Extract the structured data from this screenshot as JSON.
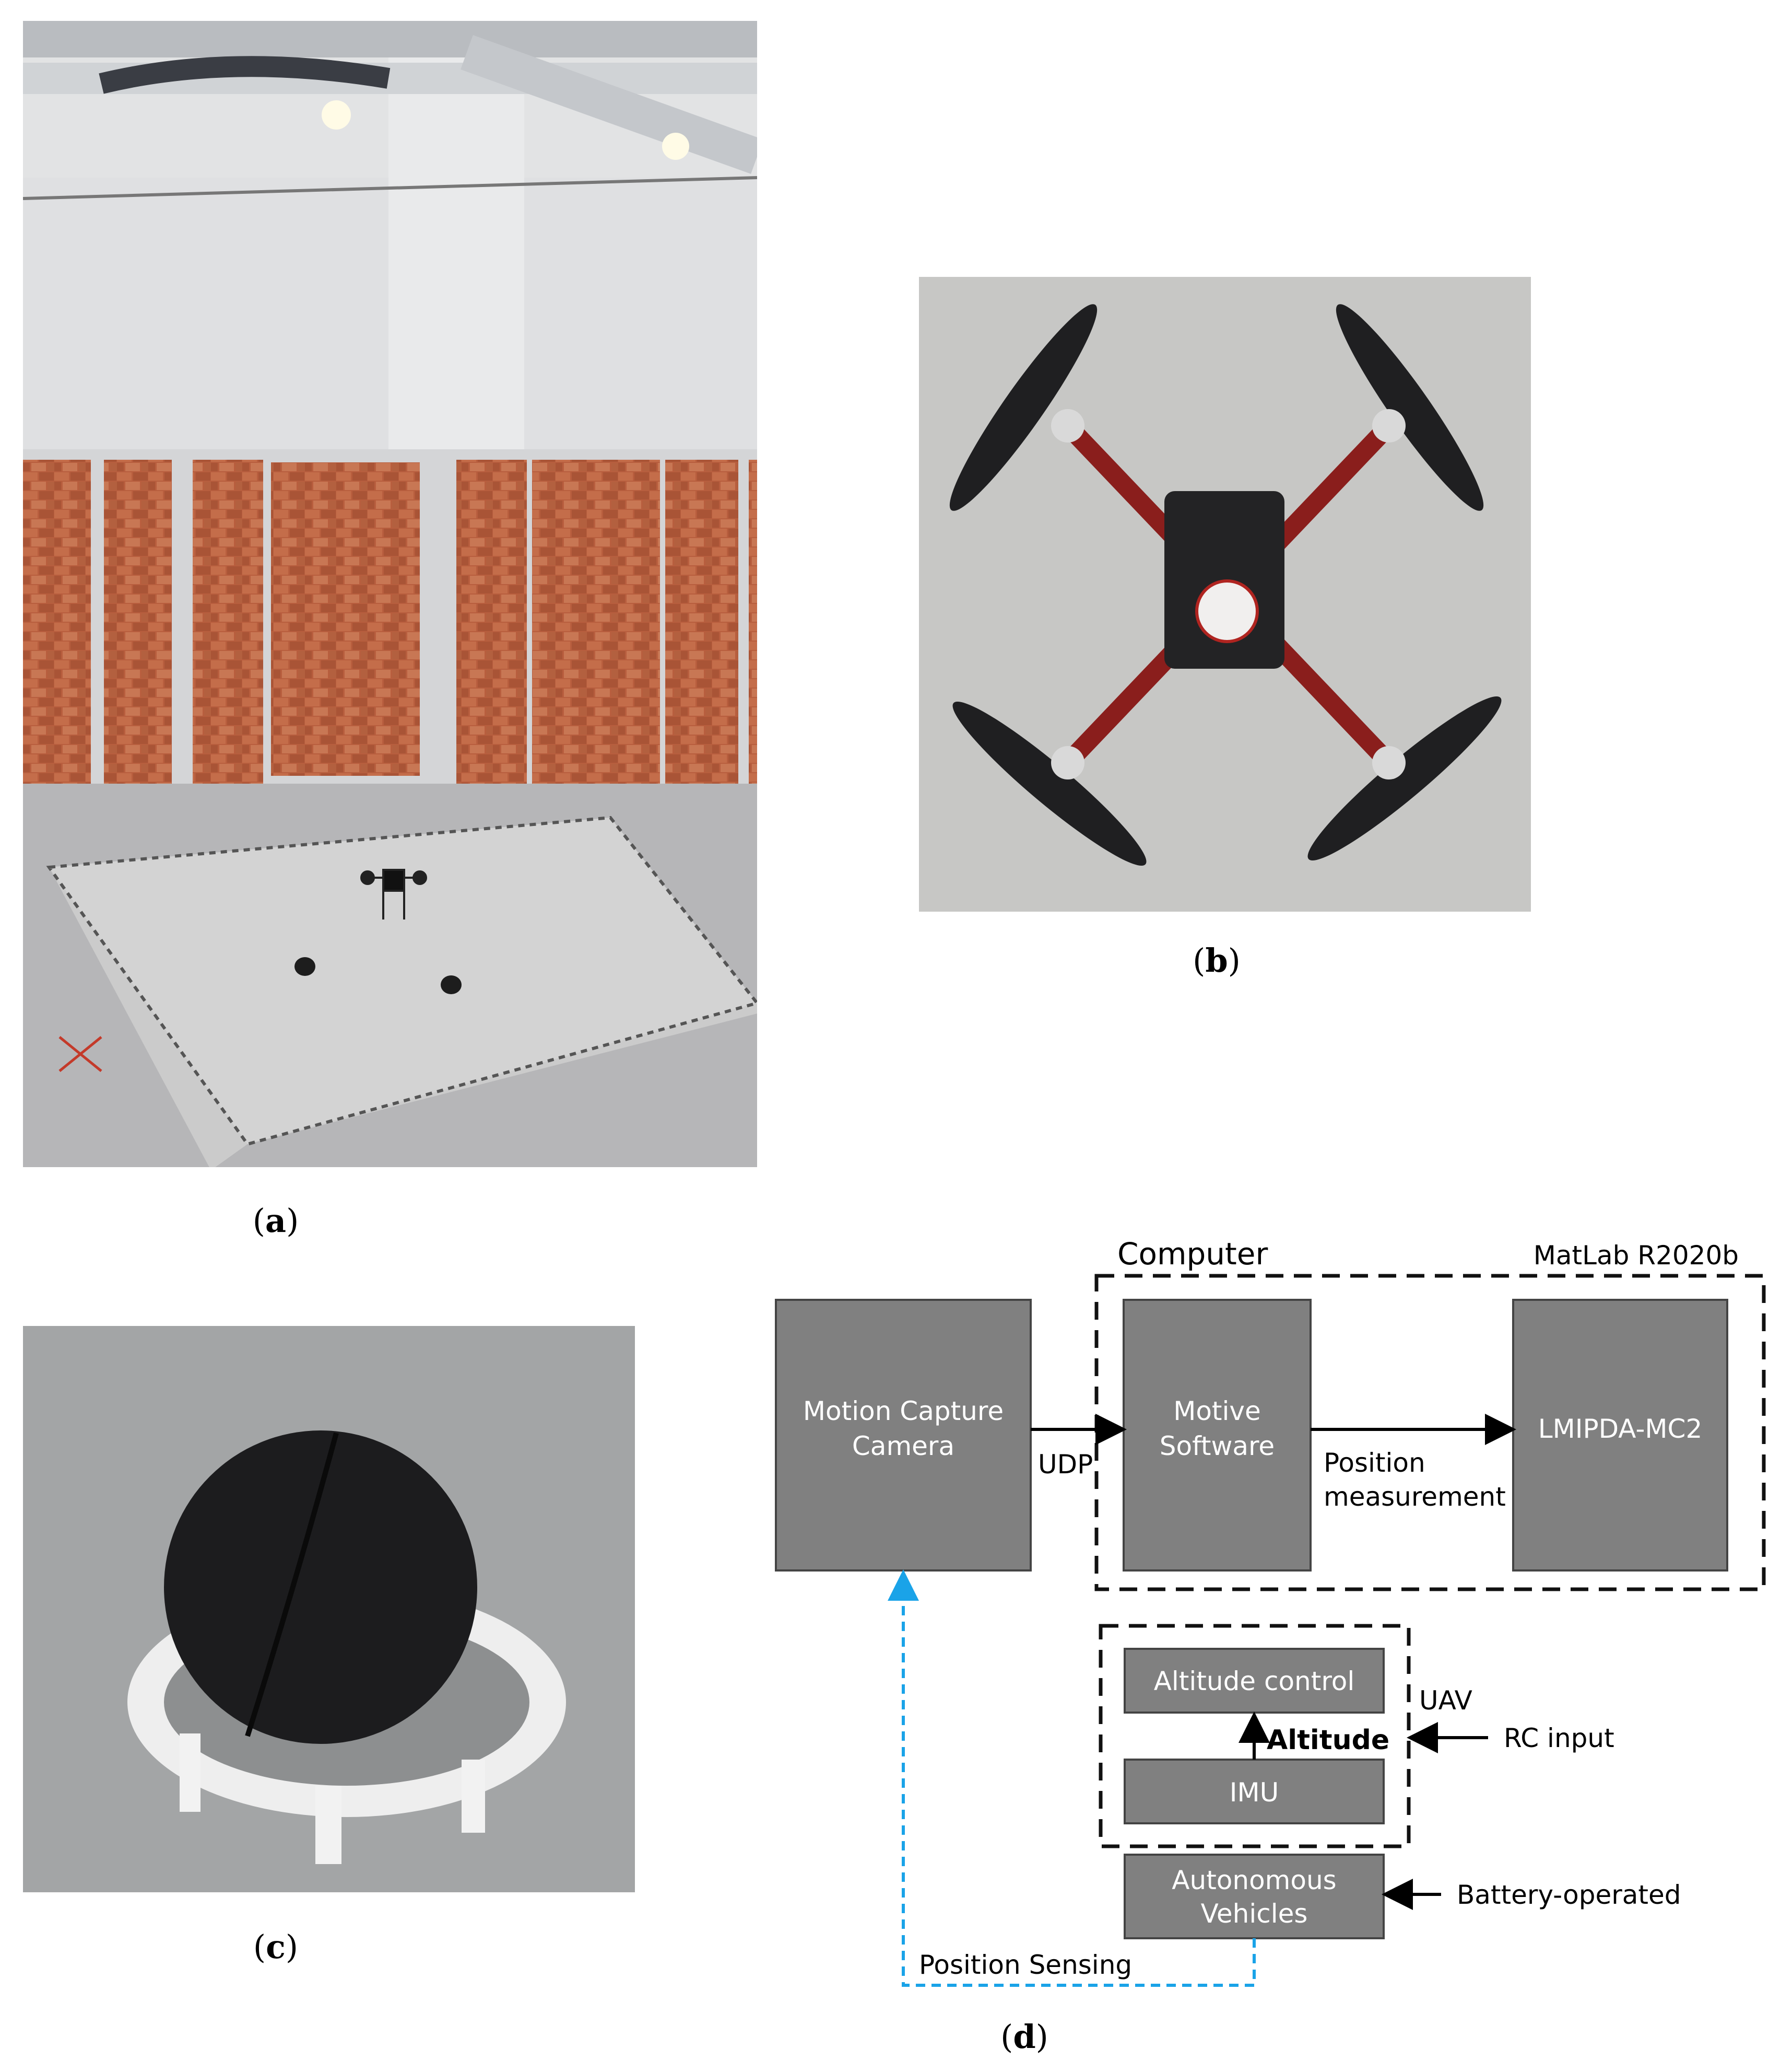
{
  "panels": {
    "a": {
      "label": "a",
      "image": "photo of indoor drone test arena with brick-pattern box walls, a quadcopter flying over a white floor mat and two black ground robots"
    },
    "b": {
      "label": "b",
      "image": "top-down photo of a quadcopter drone with red arms and black propellers"
    },
    "c": {
      "label": "c",
      "image": "photo of a black spherical robot in a white ring holder"
    },
    "d": {
      "label": "d"
    }
  },
  "diagram": {
    "computer_label": "Computer",
    "matlab_label": "MatLab R2020b",
    "motion_capture_line1": "Motion Capture",
    "motion_capture_line2": "Camera",
    "motive_line1": "Motive",
    "motive_line2": "Software",
    "lmipda": "LMIPDA-MC2",
    "udp": "UDP",
    "position_line1": "Position",
    "position_line2": "measurement",
    "altitude_control": "Altitude control",
    "altitude": "Altitude",
    "imu": "IMU",
    "uav": "UAV",
    "rc_input": "RC input",
    "autonomous_line1": "Autonomous",
    "autonomous_line2": "Vehicles",
    "battery": "Battery-operated",
    "position_sensing": "Position Sensing",
    "colors": {
      "box_fill": "#808080",
      "box_stroke": "#444444",
      "box_text": "#ffffff",
      "dashed": "#111111",
      "sensing_line": "#1aa3e8"
    }
  }
}
